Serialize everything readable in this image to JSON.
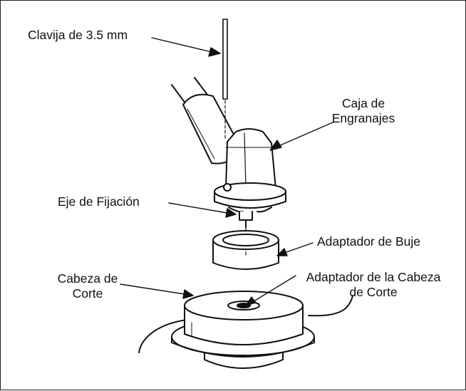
{
  "labels": {
    "pin": "Clavija de 3.5 mm",
    "gearbox_line1": "Caja de",
    "gearbox_line2": "Engranajes",
    "shaft": "Eje de Fijación",
    "bushing": "Adaptador de Buje",
    "head_line1": "Cabeza de",
    "head_line2": "Corte",
    "head_adapter_line1": "Adaptador de la Cabeza",
    "head_adapter_line2": "de Corte"
  },
  "colors": {
    "ink": "#111111",
    "background": "#ffffff",
    "frame": "#222222"
  }
}
